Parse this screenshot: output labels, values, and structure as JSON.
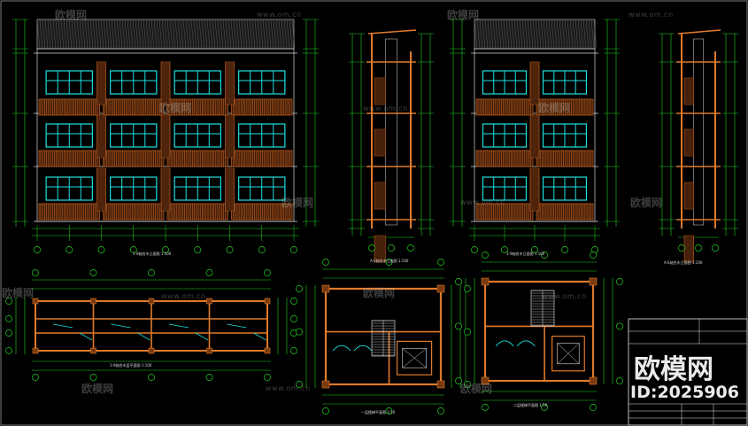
{
  "drawing": {
    "elev1_title": "1-9轴合木立面图",
    "elev1_scale": "1:100",
    "elev2_title": "1-9轴合木立面图",
    "elev2_scale": "1:100",
    "side1_title": "A-E轴合木立面图",
    "side1_scale": "1:100",
    "side2_title": "A-E轴合木立面图",
    "side2_scale": "1:100",
    "plan1_title": "1-9轴合木层平面图",
    "plan1_scale": "1:100",
    "plan2_title": "一层楼梯平面图",
    "plan2_scale": "1:50",
    "plan3_title": "二层楼梯平面图",
    "plan3_scale": "1:50"
  },
  "watermark": {
    "brand": "欧模网",
    "url": "www.om.cn",
    "id_text": "ID:2025906"
  },
  "colors": {
    "background": "#000000",
    "dimension": "#23d023",
    "window": "#1ee0e0",
    "wood": "#b85a1e",
    "wall": "#e07a2a",
    "grid": "#e6e6e6",
    "grid_marker": "#23d023"
  }
}
